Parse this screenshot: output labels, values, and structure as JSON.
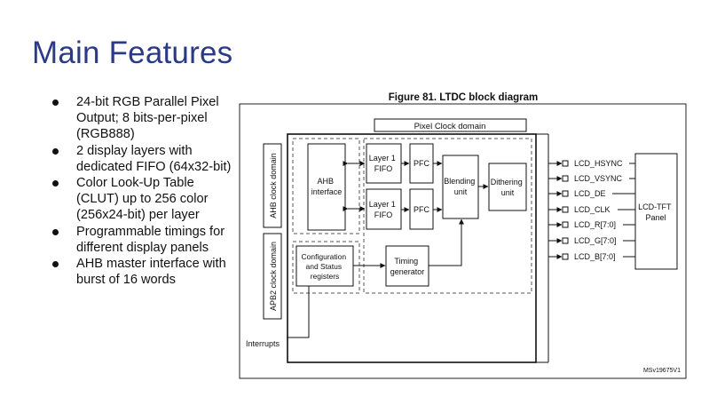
{
  "slide": {
    "title": "Main Features",
    "bullets": [
      "24-bit RGB Parallel Pixel Output; 8 bits-per-pixel (RGB888)",
      "2 display layers with dedicated FIFO (64x32-bit)",
      "Color Look-Up Table (CLUT) up to 256 color (256x24-bit) per layer",
      "Programmable timings for different display panels",
      "AHB master interface with burst of 16 words"
    ]
  },
  "diagram": {
    "caption": "Figure 81. LTDC block diagram",
    "pixel_clock_domain": "Pixel Clock domain",
    "ahb_clock_domain": "AHB clock domain",
    "apb2_clock_domain": "APB2 clock domain",
    "ahb_interface": [
      "AHB",
      "interface"
    ],
    "layer1_fifo_a": [
      "Layer 1",
      "FIFO"
    ],
    "layer1_fifo_b": [
      "Layer 1",
      "FIFO"
    ],
    "pfc_a": "PFC",
    "pfc_b": "PFC",
    "blending_unit": [
      "Blending",
      "unit"
    ],
    "dithering_unit": [
      "Dithering",
      "unit"
    ],
    "config_status": [
      "Configuration",
      "and Status",
      "registers"
    ],
    "timing_generator": [
      "Timing",
      "generator"
    ],
    "signals": [
      "LCD_HSYNC",
      "LCD_VSYNC",
      "LCD_DE",
      "LCD_CLK",
      "LCD_R[7:0]",
      "LCD_G[7:0]",
      "LCD_B[7:0]"
    ],
    "panel": [
      "LCD-TFT",
      "Panel"
    ],
    "interrupts": "Interrupts",
    "ref_code": "MSv19675V1"
  }
}
